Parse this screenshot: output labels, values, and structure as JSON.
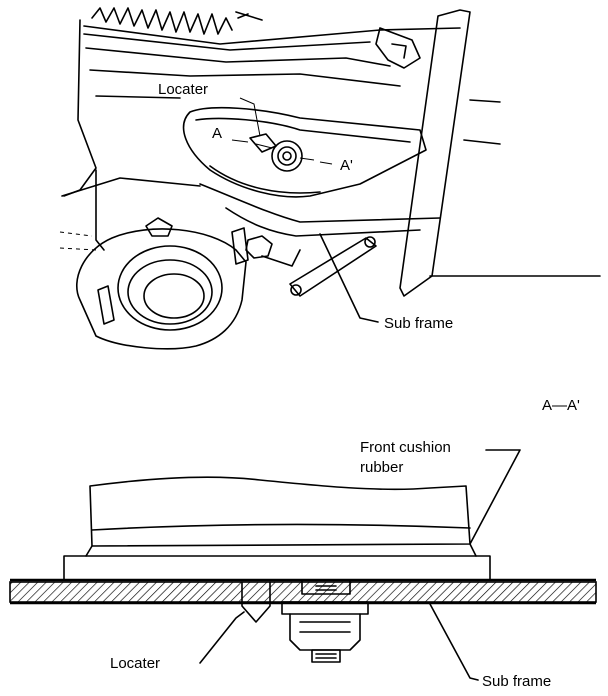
{
  "top_view": {
    "labels": {
      "locater": "Locater",
      "section_a": "A",
      "section_a_prime": "A'",
      "sub_frame": "Sub frame"
    }
  },
  "section_view": {
    "title": "A—A'",
    "labels": {
      "front_cushion_line1": "Front cushion",
      "front_cushion_line2": "rubber",
      "locater": "Locater",
      "sub_frame": "Sub frame"
    }
  }
}
